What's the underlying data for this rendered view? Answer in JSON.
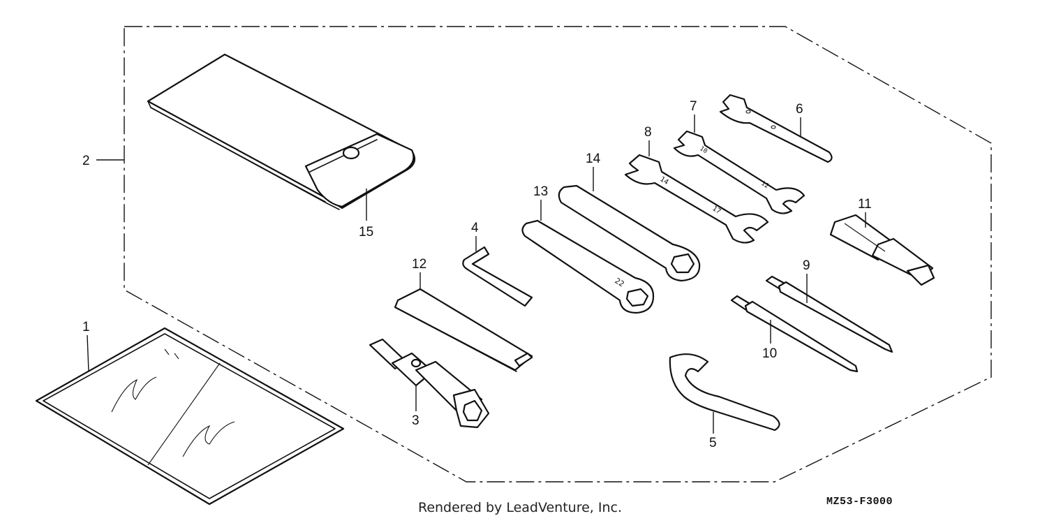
{
  "diagram": {
    "code": "MZ53-F3000",
    "parts": [
      {
        "number": "1",
        "icon": "manual-bag-icon"
      },
      {
        "number": "2",
        "icon": "tool-kit-outline"
      },
      {
        "number": "3",
        "icon": "spark-plug-wrench-icon"
      },
      {
        "number": "4",
        "icon": "hex-key-icon"
      },
      {
        "number": "5",
        "icon": "pin-spanner-icon"
      },
      {
        "number": "6",
        "icon": "open-end-wrench-icon"
      },
      {
        "number": "7",
        "icon": "open-end-wrench-icon"
      },
      {
        "number": "8",
        "icon": "open-end-wrench-icon"
      },
      {
        "number": "9",
        "icon": "phillips-screwdriver-icon"
      },
      {
        "number": "10",
        "icon": "flat-screwdriver-icon"
      },
      {
        "number": "11",
        "icon": "screwdriver-handle-icon"
      },
      {
        "number": "12",
        "icon": "extension-bar-icon"
      },
      {
        "number": "13",
        "icon": "box-wrench-icon"
      },
      {
        "number": "14",
        "icon": "box-wrench-icon"
      },
      {
        "number": "15",
        "icon": "tool-bag-icon"
      }
    ]
  },
  "footer": {
    "text": "Rendered by LeadVenture, Inc."
  }
}
